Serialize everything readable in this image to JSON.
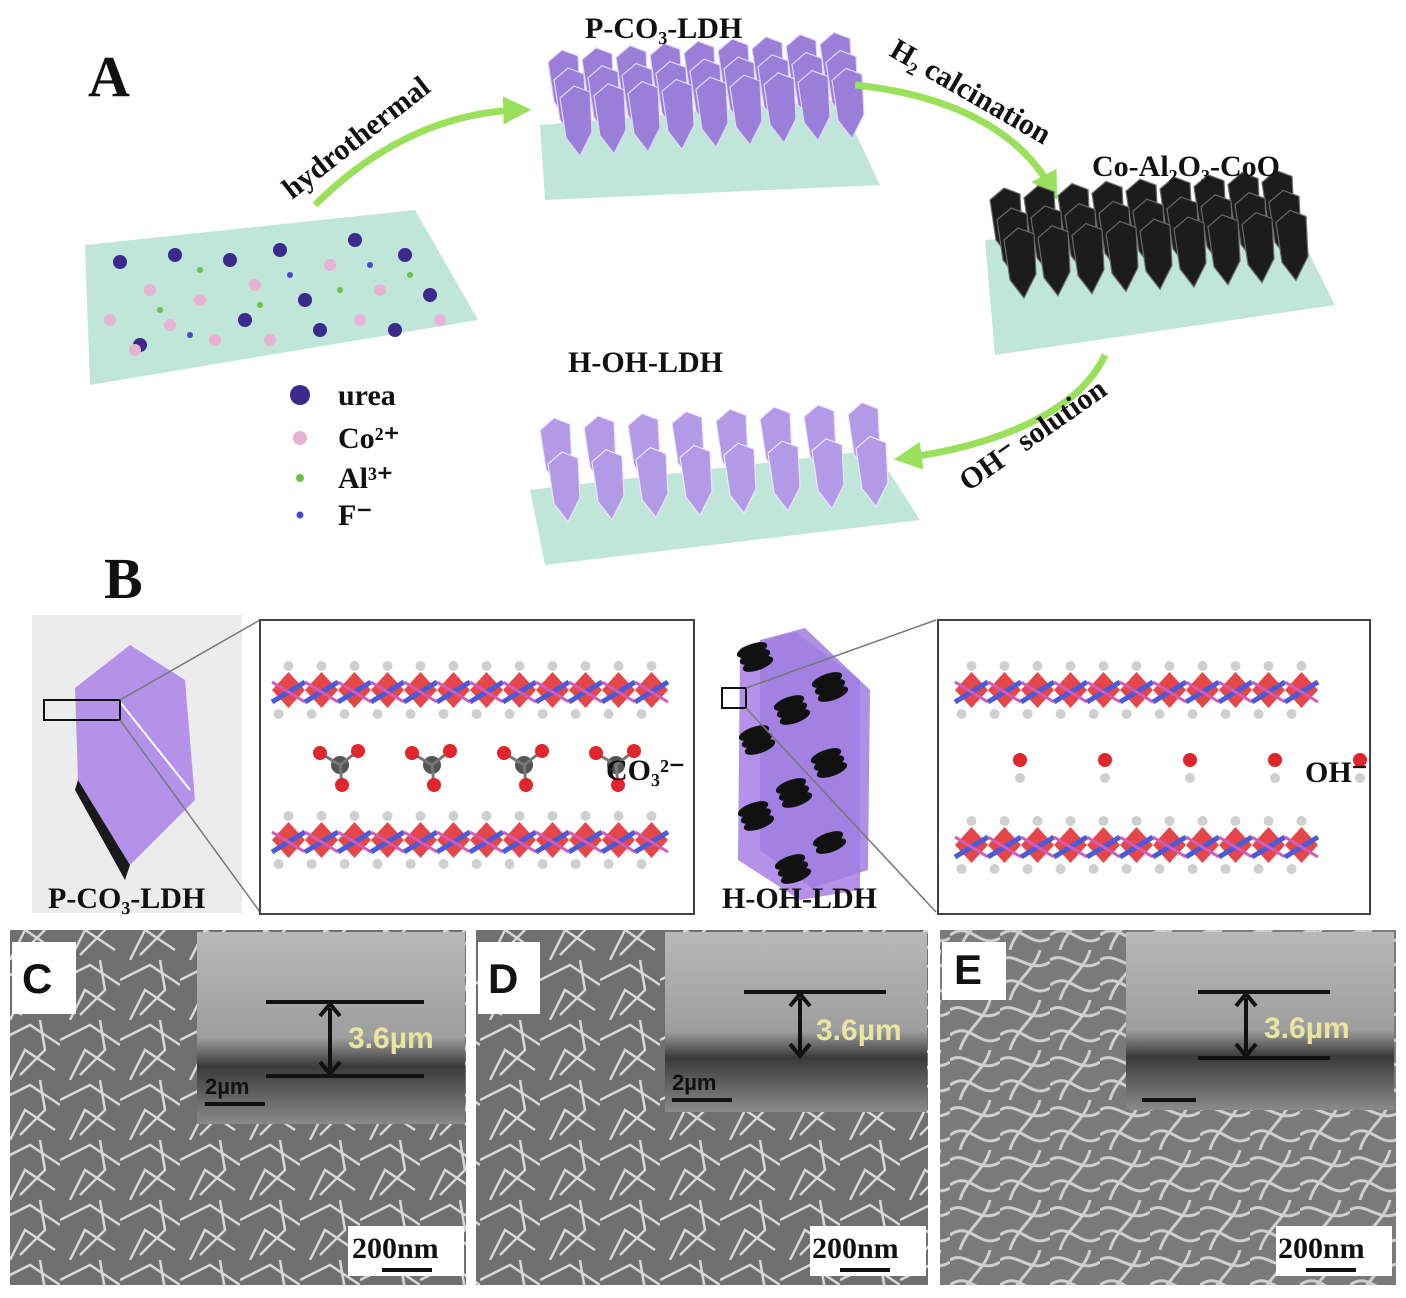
{
  "panels": {
    "a": "A",
    "b": "B",
    "c": "C",
    "d": "D",
    "e": "E"
  },
  "panel_a": {
    "products": {
      "p_co3_ldh": "P-CO₃-LDH",
      "co_al2o3_coo": "Co-Al₂O₃-CoO",
      "h_oh_ldh": "H-OH-LDH"
    },
    "steps": {
      "hydrothermal": "hydrothermal",
      "h2_calcination": "H₂ calcination",
      "oh_solution": "OH⁻ solution"
    },
    "legend": [
      {
        "label": "urea",
        "color": "#3b2a8c"
      },
      {
        "label": "Co²⁺",
        "color": "#e7b3d0"
      },
      {
        "label": "Al³⁺",
        "color": "#6fbf4a"
      },
      {
        "label": "F⁻",
        "color": "#4a46c8"
      }
    ]
  },
  "panel_b": {
    "left_caption": "P-CO₃-LDH",
    "right_caption": "H-OH-LDH",
    "anion_co3": "CO₃²⁻",
    "anion_oh": "OH⁻"
  },
  "sem": [
    {
      "scale": "200nm",
      "inset_scale": "2µm",
      "thickness": "3.6µm"
    },
    {
      "scale": "200nm",
      "inset_scale": "2µm",
      "thickness": "3.6µm"
    },
    {
      "scale": "200nm",
      "thickness": "3.6µm"
    }
  ],
  "colors": {
    "substrate": "#bfe6d8",
    "ldh_purple": "#9a7fd8",
    "ldh_light": "#b39ae6",
    "oxide_black": "#1c1c1c",
    "arrow_green": "#9be05a",
    "oxygen": "#e0262a",
    "metal_blue": "#4a5ad8",
    "hydrogen": "#d8d8d8"
  }
}
